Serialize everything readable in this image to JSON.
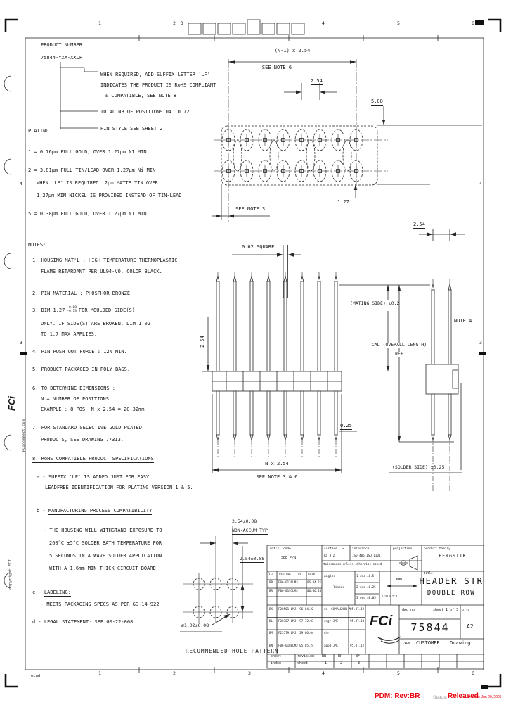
{
  "zones": {
    "top": [
      "1",
      "2",
      "3",
      "4",
      "5",
      "6"
    ],
    "bottom": [
      "1",
      "2",
      "3",
      "4",
      "5",
      "6"
    ],
    "right_upper": "4",
    "right_lower": "3",
    "left_upper": "4",
    "left_lower": "3"
  },
  "margin": {
    "logo": "FCi",
    "site": "FCIconnect.com",
    "copyright": "copyright FCI",
    "ecad": "ecad"
  },
  "product": {
    "title": "PRODUCT NUMBER",
    "number": "75844-YXX-XXLF",
    "suffix_note1": "WHEN REQUIRED, ADD SUFFIX LETTER 'LF'",
    "suffix_note2": "INDICATES THE PRODUCT IS RoHS COMPLIANT",
    "suffix_note3": "& COMPATIBLE, SEE NOTE 8",
    "positions_note": "TOTAL NB OF POSITIONS 04 TO 72",
    "pin_style_note": "PIN STYLE SEE SHEET 2",
    "plating_label": "PLATING.",
    "plating1": "1 = 0.76µm FULL GOLD, OVER 1.27µm NI MIN",
    "plating2": "2 = 3.81µm FULL TIN/LEAD OVER 1.27µm Ni MIN",
    "plating2b": "WHEN 'LF' IS REQUIRED, 2µm MATTE TIN OVER",
    "plating2c": "1.27µm MIN NICKEL IS PROVIDED INSTEAD OF TIN-LEAD",
    "plating3": "5 = 0.38µm FULL GOLD, OVER 1.27µm NI MIN"
  },
  "notes": {
    "header": "NOTES:",
    "n1a": "1. HOUSING MAT'L : HIGH TEMPERATURE THERMOPLASTIC",
    "n1b": "FLAME RETARDANT PER UL94-V0, COLOR BLACK.",
    "n2": "2. PIN MATERIAL : PHOSPHOR BRONZE",
    "n3_pre": "3. DIM 1.27",
    "n3_tol_top": "-0.08",
    "n3_tol_bot": "-0.13",
    "n3_post": "FOR MOULDED SIDE(S)",
    "n3b": "ONLY. IF SIDE(S) ARE BROKEN, DIM 1.02",
    "n3c": "TO 1.7 MAX APPLIES.",
    "n4": "4. PIN PUSH OUT FORCE : 12N MIN.",
    "n5": "5. PRODUCT PACKAGED IN POLY BAGS.",
    "n6a": "6. TO DETERMINE DIMENSIONS :",
    "n6b": "N = NUMBER OF POSITIONS",
    "n6c": "EXAMPLE : 8 POS  N x 2.54 = 20.32mm",
    "n7a": "7. FOR STANDARD SELECTIVE GOLD PLATED",
    "n7b": "PRODUCTS, SEE DRAWING 77313.",
    "n8": "8. RoHS COMPATIBLE PRODUCT SPECIFICATIONS",
    "na1": "a - SUFFIX 'LF' IS ADDED JUST FOR EASY",
    "na2": "LEADFREE IDENTIFICATION FOR PLATING VERSION 1 & 5.",
    "nb_pre": "b - ",
    "nb_head": "MANUFACTURING PROCESS COMPATIBILITY",
    "nb1": "- THE HOUSING WILL WITHSTAND EXPOSURE TO",
    "nb2": "260°C ±5°C SOLDER BATH TEMPERATURE FOR",
    "nb3": "5 SECONDS IN A WAVE SOLDER APPLICATION",
    "nb4": "WITH A 1.6mm MIN THICK CIRCUIT BOARD",
    "nc_pre": "c - ",
    "nc_head": "LABELING:",
    "nc1": "- MEETS PACKAGING SPECS AS PER GS-14-922",
    "nd": "d - LEGAL STATEMENT: SEE GS-22-008"
  },
  "dims": {
    "tv_span": "(N-1) x 2.54",
    "tv_note6": "SEE NOTE 6",
    "tv_pitch": "2.54",
    "tv_width": "5.08",
    "tv_edge": "1.27",
    "tv_note3": "SEE NOTE 3",
    "sv_pitch": "2.54",
    "fv_square": "0.62 SQUARE",
    "fv_pitch": "2.54",
    "mating": "(MATING SIDE) ±0.2",
    "note4": "NOTE 4",
    "cal": "CAL (OVERALL LENGTH)",
    "ref": "REF",
    "fv_tip": "0.25",
    "fv_span": "N x 2.54",
    "fv_note": "SEE NOTE 3 & 6",
    "solder": "(SOLDER SIDE) ±0.25",
    "hp_pitch": "2.54±0.08",
    "hp_nonaccum": "NON-ACCUM TYP",
    "hp_row": "2.54±0.08",
    "hp_dia": "ø1.02±0.08",
    "hp_caption": "RECOMMENDED HOLE PATTERN"
  },
  "titleblock": {
    "matl_label": "mat'l. code",
    "matl_value": "SEE P/N",
    "surface_label": "surface",
    "surface_check": "✓",
    "surface_value": "Ra 3.2",
    "tol_label": "tolerance",
    "tol_value": "ISO 406 ISO 1101",
    "proj_label": "projection",
    "family_label": "product family",
    "family_value": "BERGSTIK",
    "tol_note": "tolerances unless otherwise noted",
    "rev_header": {
      "ltr": "ltr",
      "ecn": "ecn no.",
      "dr": "dr",
      "date": "date"
    },
    "rev_top": [
      {
        "ltr": "BP",
        "ecn": "F06-0139LMJ",
        "date": "06.04.21"
      },
      {
        "ltr": "BR",
        "ecn": "F06-0195LMJ",
        "date": "06.06.20"
      }
    ],
    "angles_label": "angles",
    "linear_label": "linear",
    "tol_rows": [
      "1 dec ±0.5",
      "2 dec ±0.25",
      "3 dec ±0.05"
    ],
    "units": "mm",
    "scale": "scale 5:1",
    "title_label": "title",
    "title1": "HEADER STR",
    "title2": "DOUBLE ROW",
    "revisions": [
      {
        "ltr": "BK",
        "ecn": "F20501 LMJ  96.04.22"
      },
      {
        "ltr": "BL",
        "ecn": "F20307 LMJ  97.12.03"
      },
      {
        "ltr": "BM",
        "ecn": "F23579 LMJ  29.06.04"
      },
      {
        "ltr": "BN",
        "ecn": "F06-0188LMJ 05.05.24"
      }
    ],
    "signoff": [
      {
        "who": "dr  COMPAGNON A",
        "date": "95.07.12"
      },
      {
        "who": "engr JMC",
        "date": "95.07.10"
      },
      {
        "who": "chr",
        "date": ""
      },
      {
        "who": "appd JMC",
        "date": "95.07.12"
      }
    ],
    "logo": "FCi",
    "dwg_label": "dwg no",
    "sheet_label": "sheet 1 of 3",
    "size_label": "size",
    "size_value": "A2",
    "dwg_no": "75844",
    "type_label": "type",
    "type_value": "CUSTOMER",
    "type_value2": "Drawing",
    "index_label1": "sheet",
    "index_label2": "index",
    "index_rev_label": "revision",
    "index_sheet_label": "sheet",
    "index_revs": [
      "BR",
      "BP",
      "BF"
    ],
    "index_sheets": [
      "1",
      "2",
      "3"
    ]
  },
  "footer": {
    "pdm": "PDM: Rev:BR",
    "status_label": "Status:",
    "status_value": "Released",
    "printed": "Printed: Jun 20, 2006"
  }
}
